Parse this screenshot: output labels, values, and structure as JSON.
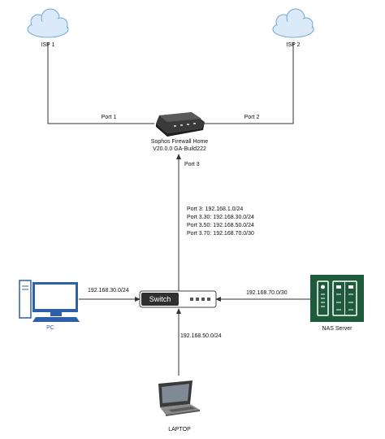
{
  "nodes": {
    "isp1": {
      "label": "ISP 1"
    },
    "isp2": {
      "label": "ISP 2"
    },
    "firewall": {
      "line1": "Sophos Firewall Home",
      "line2": "V20.0.0 GA-Build222"
    },
    "switch": {
      "label": "Switch"
    },
    "pc": {
      "label": "PC"
    },
    "nas": {
      "label": "NAS Server"
    },
    "laptop": {
      "label": "LAPTOP"
    }
  },
  "links": {
    "isp1_firewall": {
      "label": "Port 1"
    },
    "isp2_firewall": {
      "label": "Port 2"
    },
    "firewall_switch": {
      "label": "Port 3"
    },
    "pc_switch": {
      "label": "192.168.30.0/24"
    },
    "nas_switch": {
      "label": "192.168.70.0/30"
    },
    "laptop_switch": {
      "label": "192.168.50.0/24"
    }
  },
  "port3_subnets": [
    "Port 3: 192.168.1.0/24",
    "Port 3.30: 192.168.30.0/24",
    "Port 3.50: 192.168.50.0/24",
    "Port 3.70: 192.168.70.0/30"
  ],
  "colors": {
    "line": "#333333",
    "cloud_fill": "#dbeaf8",
    "cloud_stroke": "#6ea6d9",
    "nas_fill": "#1e5b3a",
    "pc_fill": "#2e5fa8",
    "pc_label": "#2e5fa8"
  }
}
